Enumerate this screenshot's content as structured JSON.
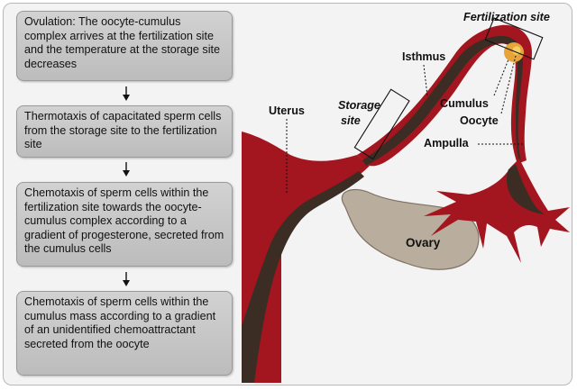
{
  "steps": [
    {
      "text": "Ovulation: The oocyte-cumulus complex arrives at the fertilization site and the temperature at the storage site decreases"
    },
    {
      "text": "Thermotaxis of capacitated sperm cells from the storage site to the fertilization site"
    },
    {
      "text": "Chemotaxis of sperm cells within the fertilization site towards the oocyte-cumulus complex according to a gradient of progesterone, secreted from the cumulus cells"
    },
    {
      "text": "Chemotaxis of sperm cells within the cumulus mass according to a gradient of an unidentified chemoattractant secreted from the oocyte"
    }
  ],
  "labels": {
    "fertilization_site": "Fertilization site",
    "isthmus": "Isthmus",
    "uterus": "Uterus",
    "storage_site_line1": "Storage",
    "storage_site_line2": "site",
    "cumulus": "Cumulus",
    "oocyte": "Oocyte",
    "ampulla": "Ampulla",
    "ovary": "Ovary"
  },
  "colors": {
    "tissue": "#a3151f",
    "tissue_dark": "#6e0c13",
    "lumen": "#3b2d24",
    "ovary": "#b9ad9d",
    "box_fill": "#c6c6c6",
    "background": "#f3f3f3"
  }
}
